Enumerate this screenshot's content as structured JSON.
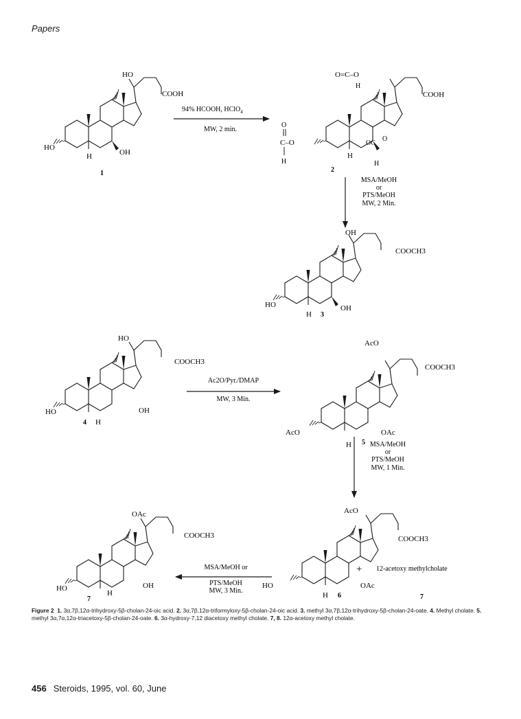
{
  "header": {
    "section": "Papers"
  },
  "reactions": {
    "r1": {
      "line1": "94% HCOOH, HClO",
      "line1_sub": "4",
      "line2": "MW, 2 min."
    },
    "r2": {
      "line1": "MSA/MeOH",
      "line2": "or",
      "line3": "PTS/MeOH",
      "line4": "MW, 2 Min."
    },
    "r3": {
      "line1": "Ac2O/Pyr./DMAP",
      "line2": "MW, 3 Min."
    },
    "r4": {
      "line1": "MSA/MeOH",
      "line2": "or",
      "line3": "PTS/MeOH",
      "line4": "MW, 1 Min."
    },
    "r5": {
      "line1": "MSA/MeOH or",
      "line2": "PTS/MeOH",
      "line3": "MW, 3 Min."
    }
  },
  "compounds": {
    "c1": {
      "number": "1",
      "top": "HO",
      "side": "COOH",
      "left": "HO",
      "right": "OH",
      "h": "H"
    },
    "c2": {
      "number": "2",
      "side": "COOH",
      "formyl_a": "O=C–O",
      "formyl_b": "H",
      "left_chain": "C–O",
      "left_o": "O",
      "left_h": "H",
      "right_oc": "OC",
      "right_o": "O",
      "right_h": "H",
      "h": "H"
    },
    "c3": {
      "number": "3",
      "top": "OH",
      "side": "COOCH3",
      "left": "HO",
      "right": "OH",
      "h": "H"
    },
    "c4": {
      "number": "4",
      "top": "HO",
      "side": "COOCH3",
      "left": "HO",
      "right": "OH",
      "h": "H"
    },
    "c5": {
      "number": "5",
      "top": "AcO",
      "side": "COOCH3",
      "left": "AcO",
      "right": "OAc",
      "h": "H"
    },
    "c6": {
      "number": "6",
      "top": "AcO",
      "side": "COOCH3",
      "left": "HO",
      "right": "OAc",
      "h": "H",
      "plus": "+",
      "coproduct": "12-acetoxy methylcholate",
      "coproduct_number": "7"
    },
    "c7": {
      "number": "7",
      "top": "OAc",
      "side": "COOCH3",
      "left": "HO",
      "right": "OH",
      "h": "H"
    }
  },
  "caption": {
    "figure_label": "Figure 2",
    "items": [
      {
        "n": "1.",
        "t": "3α,7β,12α-trihydroxy-5β-cholan-24-oic acid."
      },
      {
        "n": "2.",
        "t": "3α,7β,12α-triformyloxy-5β-cholan-24-oic acid."
      },
      {
        "n": "3.",
        "t": "methyl 3α,7β,12α-trihydroxy-5β-cholan-24-oate."
      },
      {
        "n": "4.",
        "t": "Methyl cholate."
      },
      {
        "n": "5.",
        "t": "methyl 3α,7α,12α-triacetoxy-5β-cholan-24-oate."
      },
      {
        "n": "6.",
        "t": "3α-hydroxy-7,12 diacetoxy methyl cholate."
      },
      {
        "n": "7, 8.",
        "t": "12α-acetoxy methyl cholate."
      }
    ]
  },
  "footer": {
    "page": "456",
    "journal": "Steroids, 1995, vol. 60, June"
  }
}
